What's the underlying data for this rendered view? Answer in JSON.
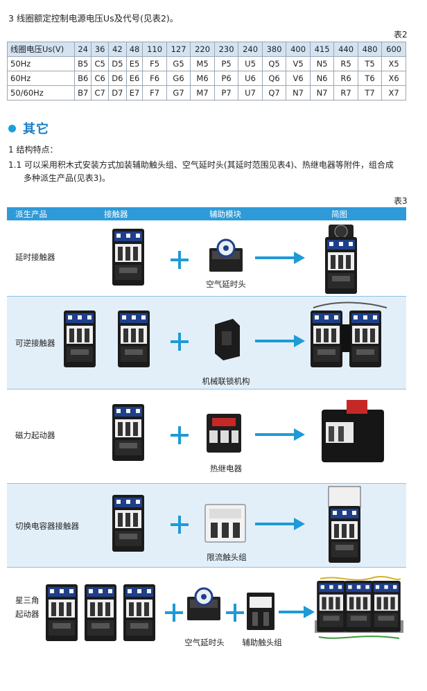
{
  "section3_title": "3 线圈额定控制电源电压Us及代号(见表2)。",
  "table2": {
    "label": "表2",
    "header": [
      "线圈电压Us(V)",
      "24",
      "36",
      "42",
      "48",
      "110",
      "127",
      "220",
      "230",
      "240",
      "380",
      "400",
      "415",
      "440",
      "480",
      "600"
    ],
    "rows": [
      [
        "50Hz",
        "B5",
        "C5",
        "D5",
        "E5",
        "F5",
        "G5",
        "M5",
        "P5",
        "U5",
        "Q5",
        "V5",
        "N5",
        "R5",
        "T5",
        "X5"
      ],
      [
        "60Hz",
        "B6",
        "C6",
        "D6",
        "E6",
        "F6",
        "G6",
        "M6",
        "P6",
        "U6",
        "Q6",
        "V6",
        "N6",
        "R6",
        "T6",
        "X6"
      ],
      [
        "50/60Hz",
        "B7",
        "C7",
        "D7",
        "E7",
        "F7",
        "G7",
        "M7",
        "P7",
        "U7",
        "Q7",
        "N7",
        "N7",
        "R7",
        "T7",
        "X7"
      ]
    ]
  },
  "other_heading": "其它",
  "structure_title": "1 结构特点：",
  "structure_item": {
    "line1": "1.1 可以采用积木式安装方式加装辅助触头组、空气延时头(其延时范围见表4)、热继电器等附件，组合成",
    "line2": "多种派生产品(见表3)。"
  },
  "table3": {
    "label": "表3",
    "columns": [
      "派生产品",
      "接触器",
      "辅助模块",
      "简图"
    ],
    "rows": [
      {
        "name": "延时接触器",
        "module": "空气延时头"
      },
      {
        "name": "可逆接触器",
        "module": "机械联锁机构"
      },
      {
        "name": "磁力起动器",
        "module": "热继电器"
      },
      {
        "name": "切换电容器接触器",
        "module": "限流触头组"
      },
      {
        "name_line1": "星三角",
        "name_line2": "起动器",
        "module1": "空气延时头",
        "module2": "辅助触头组"
      }
    ]
  },
  "colors": {
    "accent": "#1e9ad6",
    "header_band": "#2e9ad8",
    "table_head": "#d3e3f2",
    "row_shade": "#e2eff9"
  },
  "icons": [
    "contactor-icon",
    "air-delay-head-icon",
    "mechanical-interlock-icon",
    "thermal-relay-icon",
    "current-limiting-contact-icon",
    "auxiliary-contact-icon",
    "plus-icon",
    "arrow-right-icon"
  ]
}
